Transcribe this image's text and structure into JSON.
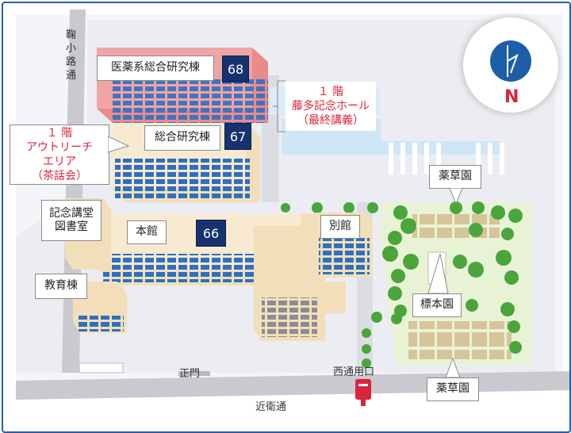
{
  "map": {
    "colors": {
      "frame": "#2a5fa6",
      "road": "#c9c9cf",
      "ground": "#f4f5f8",
      "water": "#cfe6f6",
      "garden": "#e8f3d6",
      "building_wall": "#f2dfb9",
      "window_blue": "#2f6fc2",
      "highlight_building": "#e98b8b",
      "number_badge": "#16326f",
      "note_text": "#d9243b",
      "tree": "#4aa53a",
      "post_box": "#d9243b"
    },
    "buildings": {
      "medical_research": {
        "name": "医薬系総合研究棟",
        "number": "68"
      },
      "general_research": {
        "name": "総合研究棟",
        "number": "67"
      },
      "main": {
        "name": "本館",
        "number": "66"
      },
      "library": {
        "line1": "記念講堂",
        "line2": "図書室"
      },
      "annex": "別館",
      "education": "教育棟"
    },
    "notes": {
      "outreach": {
        "line1": "１ 階",
        "line2": "アウトリーチ",
        "line3": "エリア",
        "line4": "（茶話会）"
      },
      "fujita_hall": {
        "line1": "１ 階",
        "line2": "藤多記念ホール",
        "line3": "（最終講義）"
      }
    },
    "gardens": {
      "herb_garden_top": "薬草園",
      "specimen_garden": "標本園",
      "herb_garden_bottom": "薬草園"
    },
    "gates": {
      "main_gate": "正門",
      "west_gate": "西通用口"
    },
    "streets": {
      "konoe": "近衛通",
      "kasuga_koji_chars": [
        "鞠",
        "小",
        "路",
        "通"
      ]
    },
    "compass": {
      "label": "N",
      "icon": "north-arrow-icon"
    },
    "post_box_icon": "post-box-icon"
  }
}
